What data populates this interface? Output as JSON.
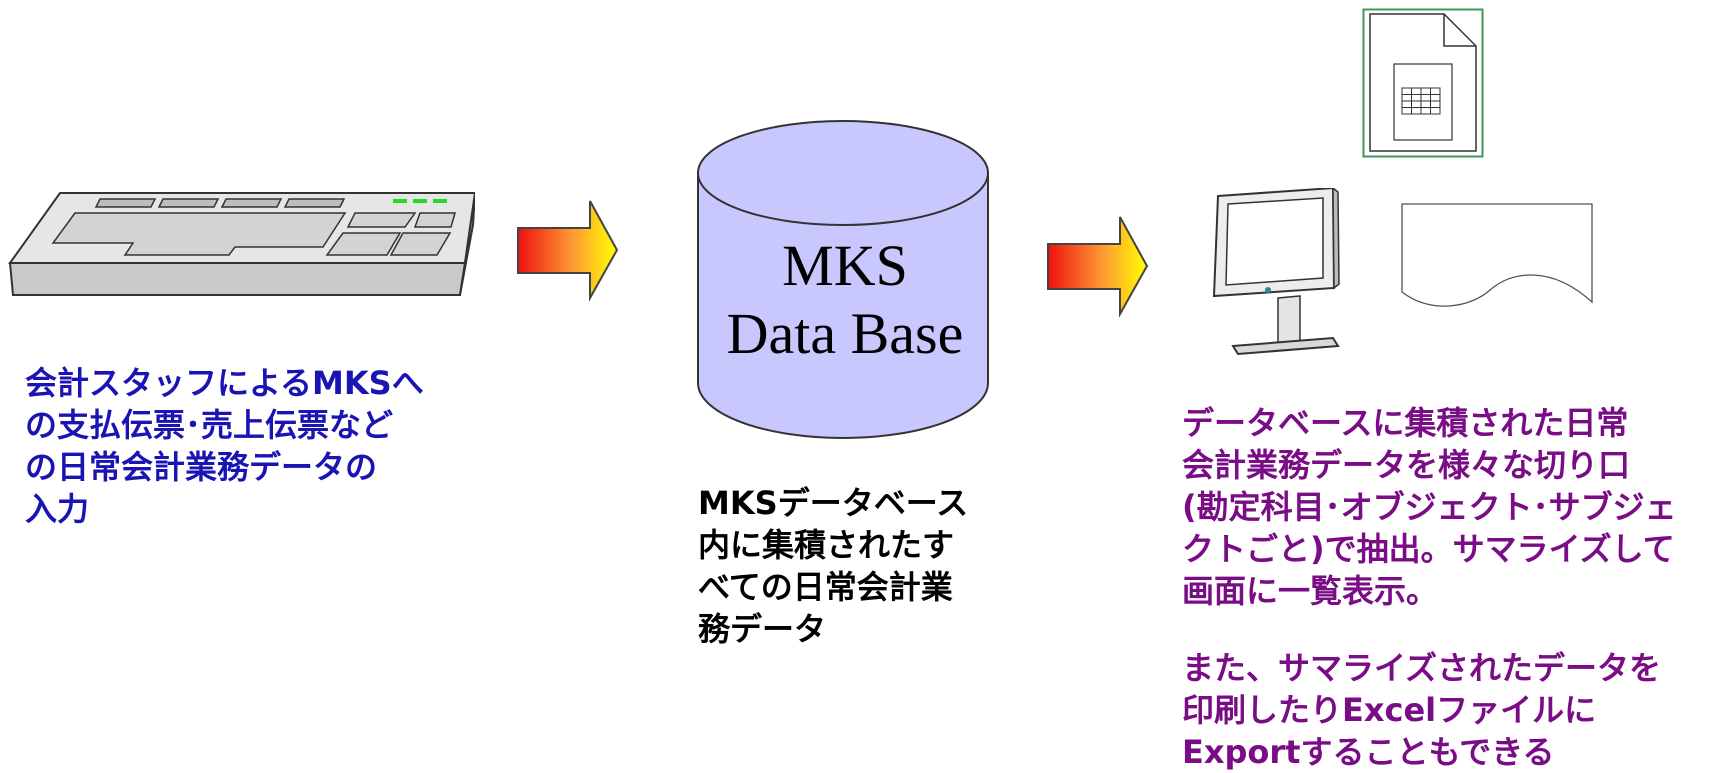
{
  "colors": {
    "input_caption": "#1a14b4",
    "db_caption": "#000000",
    "output_caption": "#7a0c86",
    "cylinder_fill": "#c8c8ff"
  },
  "nodes": {
    "keyboard": {
      "icon": "keyboard-icon"
    },
    "database": {
      "label_line1": "MKS",
      "label_line2": "Data Base",
      "icon": "database-cylinder-icon"
    },
    "outputs": {
      "icons": [
        "excel-file-icon",
        "monitor-icon",
        "printed-document-icon"
      ]
    }
  },
  "captions": {
    "input": "会計スタッフによるMKSへ\nの支払伝票･売上伝票など\nの日常会計業務データの\n入力",
    "database": "MKSデータベース\n内に集積されたす\nべての日常会計業\n務データ",
    "output_1": "データベースに集積された日常\n会計業務データを様々な切り口\n(勘定科目･オブジェクト･サブジェ\nクトごと)で抽出。サマライズして\n画面に一覧表示。",
    "output_2": "また、サマライズされたデータを\n印刷したりExcelファイルに\nExportすることもできる"
  },
  "edges": [
    {
      "from": "keyboard",
      "to": "database",
      "icon": "arrow-right-icon"
    },
    {
      "from": "database",
      "to": "outputs",
      "icon": "arrow-right-icon"
    }
  ]
}
